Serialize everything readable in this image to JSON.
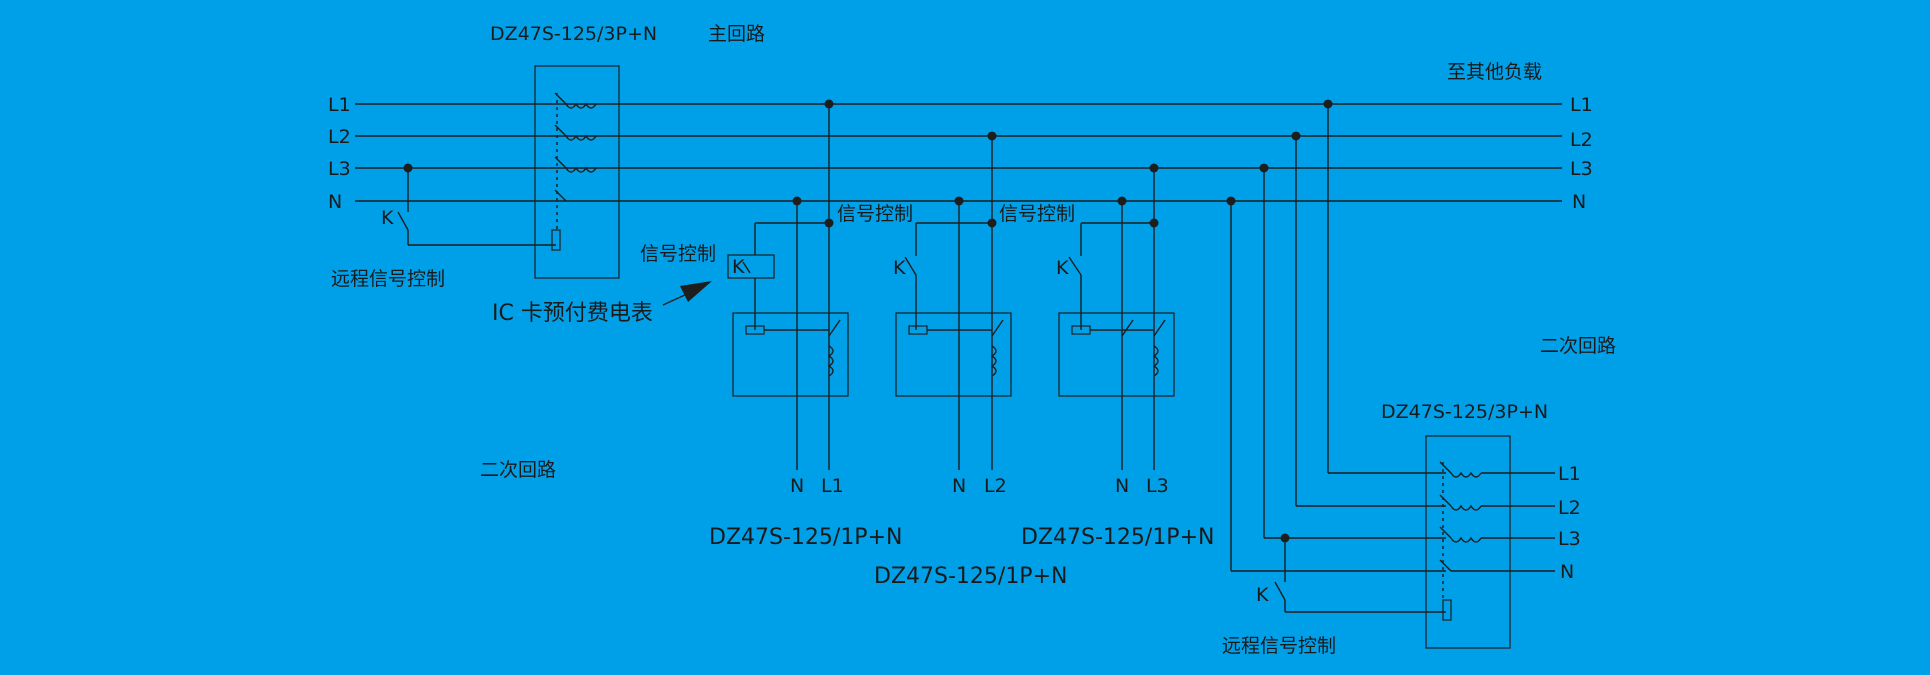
{
  "main_breaker": {
    "model": "DZ47S-125/3P+N"
  },
  "main_circuit_label": "主回路",
  "to_other_loads_label": "至其他负载",
  "line_labels_left": [
    "L1",
    "L2",
    "L3",
    "N"
  ],
  "line_labels_right": [
    "L1",
    "L2",
    "L3",
    "N"
  ],
  "remote_signal_left": "远程信号控制",
  "remote_signal_right": "远程信号控制",
  "k_label": "K",
  "signal_control": [
    "信号控制",
    "信号控制",
    "信号控制"
  ],
  "ic_meter_label": "IC 卡预付费电表",
  "secondary_left": "二次回路",
  "secondary_right": "二次回路",
  "meters": [
    {
      "n": "N",
      "line": "L1"
    },
    {
      "n": "N",
      "line": "L2"
    },
    {
      "n": "N",
      "line": "L3"
    }
  ],
  "meter_models": [
    "DZ47S-125/1P+N",
    "DZ47S-125/1P+N",
    "DZ47S-125/1P+N"
  ],
  "secondary_breaker": {
    "model": "DZ47S-125/3P+N"
  },
  "secondary_outputs": [
    "L1",
    "L2",
    "L3",
    "N"
  ]
}
